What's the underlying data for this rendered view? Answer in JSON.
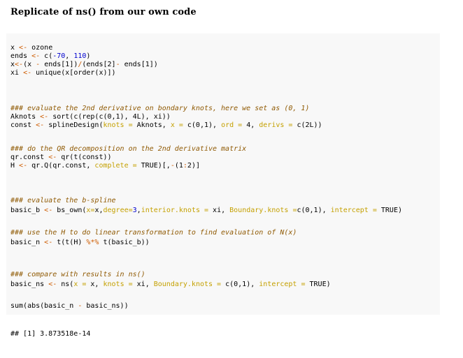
{
  "title": "Replicate of ns() from our own code",
  "code_lines": [
    {
      "top": 0,
      "segments": []
    }
  ],
  "lines": [
    [
      [
        "pl",
        "x "
      ],
      [
        "op",
        "<-"
      ],
      [
        "pl",
        " ozone"
      ]
    ],
    [
      [
        "pl",
        "ends "
      ],
      [
        "op",
        "<-"
      ],
      [
        "pl",
        " c("
      ],
      [
        "nm",
        "-70"
      ],
      [
        "pl",
        ", "
      ],
      [
        "nm",
        "110"
      ],
      [
        "pl",
        ")"
      ]
    ],
    [
      [
        "pl",
        "x"
      ],
      [
        "op",
        "<-"
      ],
      [
        "pl",
        "(x "
      ],
      [
        "op",
        "-"
      ],
      [
        "pl",
        " ends[1])"
      ],
      [
        "op",
        "/"
      ],
      [
        "pl",
        "(ends[2]"
      ],
      [
        "op",
        "-"
      ],
      [
        "pl",
        " ends[1])"
      ]
    ],
    [
      [
        "pl",
        "xi "
      ],
      [
        "op",
        "<-"
      ],
      [
        "pl",
        " unique(x[order(x)])"
      ]
    ],
    [],
    [],
    [
      [
        "cm",
        "### evaluate the 2nd derivative on bondary knots, here we set as (0, 1)"
      ]
    ],
    [
      [
        "pl",
        "Aknots "
      ],
      [
        "op",
        "<-"
      ],
      [
        "pl",
        " sort(c(rep(c(0,1), 4L), xi))"
      ]
    ],
    [
      [
        "pl",
        "const "
      ],
      [
        "op",
        "<-"
      ],
      [
        "pl",
        " splineDesign("
      ],
      [
        "ar",
        "knots ="
      ],
      [
        "pl",
        " Aknots, "
      ],
      [
        "ar",
        "x ="
      ],
      [
        "pl",
        " c(0,1), "
      ],
      [
        "ar",
        "ord ="
      ],
      [
        "pl",
        " 4, "
      ],
      [
        "ar",
        "derivs ="
      ],
      [
        "pl",
        " c(2L))"
      ]
    ],
    [],
    [
      [
        "cm",
        "### do the QR decomposition on the 2nd derivative matrix"
      ]
    ],
    [
      [
        "pl",
        "qr.const "
      ],
      [
        "op",
        "<-"
      ],
      [
        "pl",
        " qr(t(const))"
      ]
    ],
    [
      [
        "pl",
        "H "
      ],
      [
        "op",
        "<-"
      ],
      [
        "pl",
        " qr.Q(qr.const, "
      ],
      [
        "ar",
        "complete ="
      ],
      [
        "pl",
        " TRUE)[,"
      ],
      [
        "op",
        "-"
      ],
      [
        "pl",
        "(1"
      ],
      [
        "op",
        ":"
      ],
      [
        "pl",
        "2)]"
      ]
    ],
    [],
    [],
    [
      [
        "cm",
        "### evaluate the b-spline"
      ]
    ],
    [
      [
        "pl",
        "basic_b "
      ],
      [
        "op",
        "<-"
      ],
      [
        "pl",
        " bs_own("
      ],
      [
        "ar",
        "x="
      ],
      [
        "pl",
        "x,"
      ],
      [
        "ar",
        "degree="
      ],
      [
        "nm",
        "3"
      ],
      [
        "pl",
        ","
      ],
      [
        "ar",
        "interior.knots ="
      ],
      [
        "pl",
        " xi, "
      ],
      [
        "ar",
        "Boundary.knots ="
      ],
      [
        "pl",
        "c(0,1), "
      ],
      [
        "ar",
        "intercept ="
      ],
      [
        "pl",
        " TRUE)"
      ]
    ],
    [],
    [
      [
        "cm",
        "### use the H to do linear transformation to find evaluation of N(x)"
      ]
    ],
    [
      [
        "pl",
        "basic_n "
      ],
      [
        "op",
        "<-"
      ],
      [
        "pl",
        " t(t(H) "
      ],
      [
        "op",
        "%*%"
      ],
      [
        "pl",
        " t(basic_b))"
      ]
    ],
    [],
    [],
    [
      [
        "cm",
        "### compare with results in ns()"
      ]
    ],
    [
      [
        "pl",
        "basic_ns "
      ],
      [
        "op",
        "<-"
      ],
      [
        "pl",
        " ns("
      ],
      [
        "ar",
        "x ="
      ],
      [
        "pl",
        " x, "
      ],
      [
        "ar",
        "knots ="
      ],
      [
        "pl",
        " xi, "
      ],
      [
        "ar",
        "Boundary.knots ="
      ],
      [
        "pl",
        " c(0,1), "
      ],
      [
        "ar",
        "intercept ="
      ],
      [
        "pl",
        " TRUE)"
      ]
    ],
    [],
    [
      [
        "pl",
        "sum(abs(basic_n "
      ],
      [
        "op",
        "-"
      ],
      [
        "pl",
        " basic_ns))"
      ]
    ]
  ],
  "output": "## [1] 3.873518e-14"
}
